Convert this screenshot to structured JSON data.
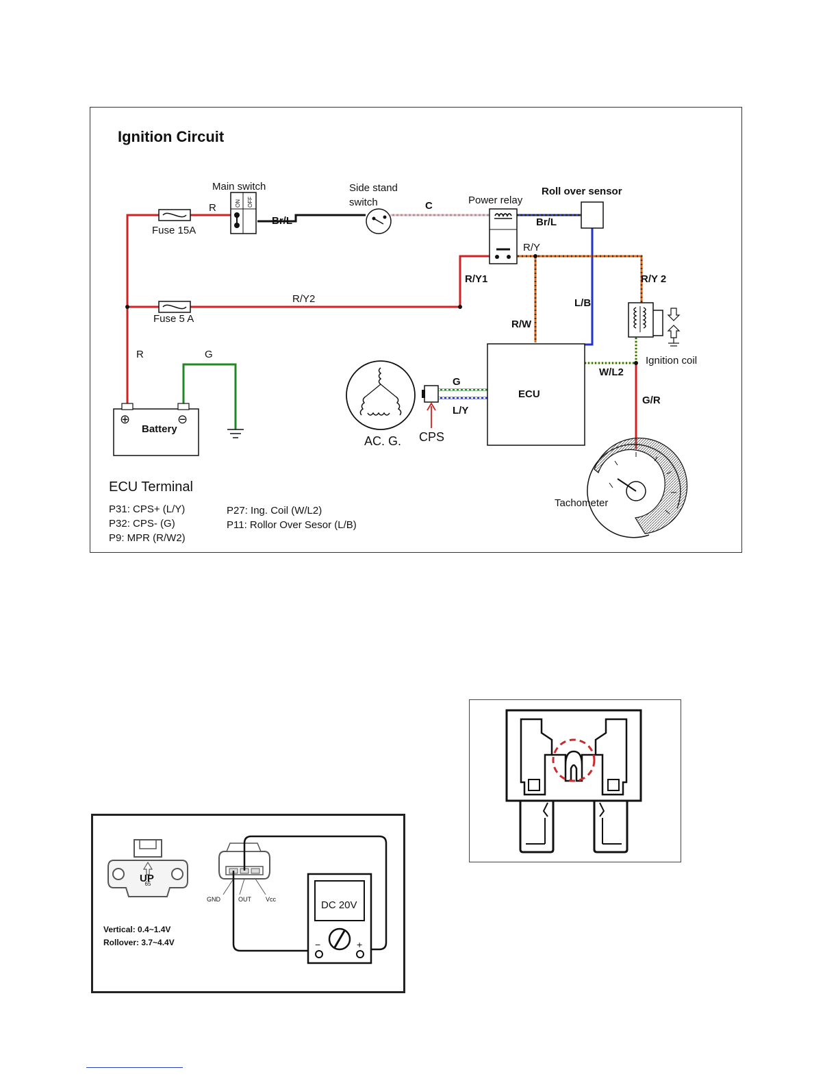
{
  "circuit": {
    "title": "Ignition Circuit",
    "components": {
      "main_switch": "Main switch",
      "switch_on": "ON",
      "switch_off": "OFF",
      "side_stand": [
        "Side stand",
        "switch"
      ],
      "power_relay": "Power relay",
      "roll_over_sensor": "Roll over sensor",
      "fuse_15a": "Fuse 15A",
      "fuse_5a": "Fuse  5  A",
      "battery": "Battery",
      "battery_plus": "⊕",
      "battery_minus": "⊖",
      "ecu": "ECU",
      "ignition_coil": "Ignition coil",
      "ac_generator": "AC. G.",
      "cps": "CPS",
      "tachometer": "Tachometer"
    },
    "wires": {
      "r_top": "R",
      "br_l_left": "Br/L",
      "c": "C",
      "br_l_right": "Br/L",
      "r_y": "R/Y",
      "r_y1": "R/Y1",
      "r_y2_mid": "R/Y2",
      "r_y2_right": "R/Y 2",
      "r_w": "R/W",
      "l_b": "L/B",
      "w_l2": "W/L2",
      "g_r": "G/R",
      "r_battery": "R",
      "g_battery": "G",
      "g_cps": "G",
      "l_y_cps": "L/Y"
    },
    "colors": {
      "red": "#d42020",
      "green": "#1f8a22",
      "blue": "#2233cc",
      "orange": "#e06a1a",
      "black": "#111111",
      "gray": "#9a9aa6"
    },
    "ecu_terminal": {
      "heading": "ECU Terminal",
      "left": [
        "P31: CPS+ (L/Y)",
        "P32: CPS- (G)",
        "P9:   MPR (R/W2)"
      ],
      "right": [
        "P27: Ing. Coil (W/L2)",
        "P11: Rollor Over Sesor (L/B)"
      ]
    }
  },
  "sensor_test": {
    "up_label": "UP",
    "pins": [
      "GND",
      "OUT",
      "Vcc"
    ],
    "meter_display": "DC 20V",
    "minus": "−",
    "plus": "+",
    "spec_vertical": "Vertical: 0.4~1.4V",
    "spec_rollover": "Rollover: 3.7~4.4V"
  }
}
